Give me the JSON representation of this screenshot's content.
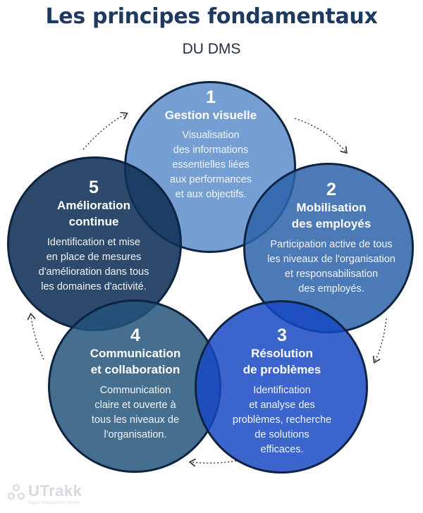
{
  "header": {
    "title": "Les principes fondamentaux",
    "subtitle": "DU DMS"
  },
  "principles": [
    {
      "number": "1",
      "title_lines": [
        "Gestion visuelle"
      ],
      "desc_lines": [
        "Visualisation",
        "des informations",
        "essentielles liées",
        "aux performances",
        "et aux objectifs."
      ]
    },
    {
      "number": "2",
      "title_lines": [
        "Mobilisation",
        "des employés"
      ],
      "desc_lines": [
        "Participation active de tous",
        "les niveaux de l'organisation",
        "et responsabilisation",
        "des employés."
      ]
    },
    {
      "number": "3",
      "title_lines": [
        "Résolution",
        "de problèmes"
      ],
      "desc_lines": [
        "Identification",
        "et analyse des",
        "problèmes, recherche",
        "de solutions",
        "efficaces."
      ]
    },
    {
      "number": "4",
      "title_lines": [
        "Communication",
        "et collaboration"
      ],
      "desc_lines": [
        "Communication",
        "claire et ouverte à",
        "tous les niveaux de",
        "l'organisation."
      ]
    },
    {
      "number": "5",
      "title_lines": [
        "Amélioration",
        "continue"
      ],
      "desc_lines": [
        "Identification et mise",
        "en place de mesures",
        "d'amélioration dans tous",
        "les domaines d'activité."
      ]
    }
  ],
  "logo": {
    "name": "UTrakk",
    "tagline": "digital management system"
  },
  "colors": {
    "title": "#1e3a5f",
    "circle_1": "#6292cc",
    "circle_2": "#2e64aa",
    "circle_3": "#1648c4",
    "circle_4": "#22547a",
    "circle_5": "#103056"
  }
}
